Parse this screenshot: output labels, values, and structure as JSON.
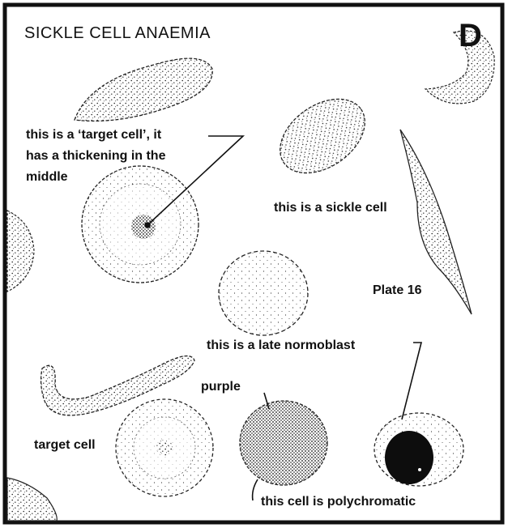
{
  "title": "SICKLE CELL ANAEMIA",
  "plate_letter": "D",
  "plate_number": "Plate 16",
  "labels": {
    "target_cell_line1": "this is a ‘target cell’, it",
    "target_cell_line2": "has a thickening in the",
    "target_cell_line3": "middle",
    "sickle_cell": "this is a sickle cell",
    "late_normoblast": "this is a late normoblast",
    "purple": "purple",
    "target_cell_small": "target cell",
    "polychromatic": "this cell is polychromatic"
  },
  "colors": {
    "ink": "#111111",
    "background": "#ffffff"
  }
}
